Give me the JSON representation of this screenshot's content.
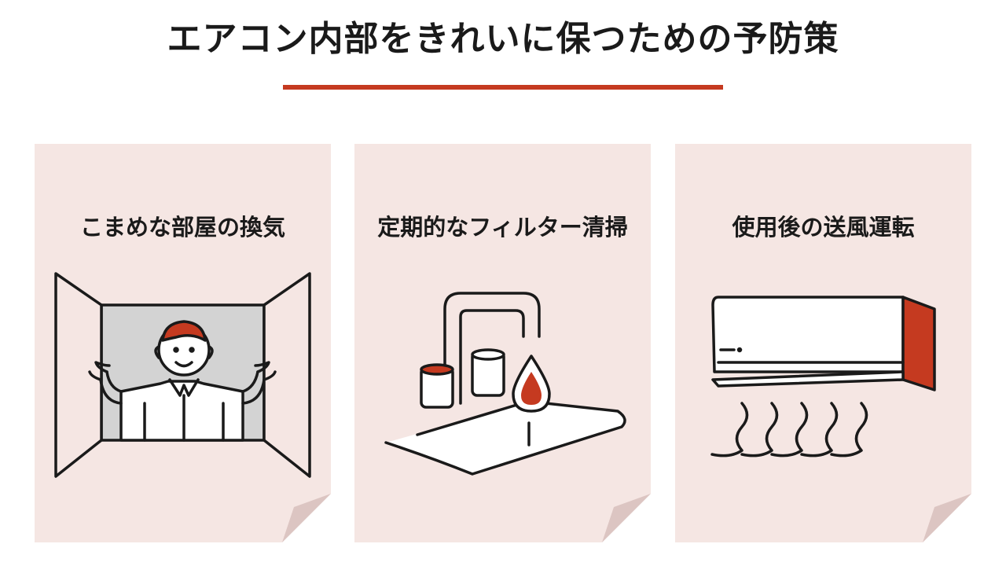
{
  "title": "エアコン内部をきれいに保つための予防策",
  "colors": {
    "accent": "#c53a20",
    "card_bg": "#f5e6e3",
    "card_fold": "#dcc5c2",
    "line": "#1a1a1a",
    "fill_gray": "#d3d3d3"
  },
  "cards": [
    {
      "label": "こまめな部屋の換気",
      "icon": "open-window-person-icon"
    },
    {
      "label": "定期的なフィルター清掃",
      "icon": "faucet-water-drop-icon"
    },
    {
      "label": "使用後の送風運転",
      "icon": "air-conditioner-airflow-icon"
    }
  ]
}
